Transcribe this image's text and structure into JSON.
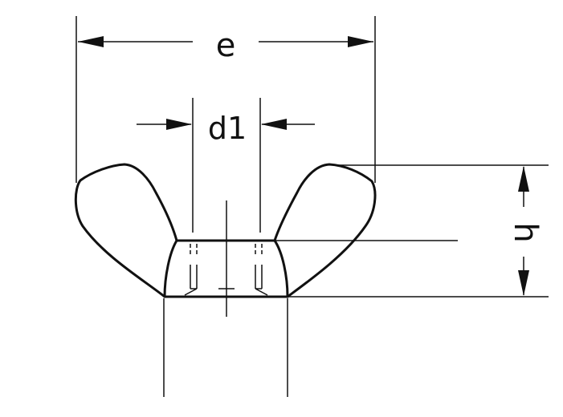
{
  "drawing": {
    "labels": {
      "e": "e",
      "d1": "d1",
      "h": "h"
    },
    "colors": {
      "line": "#111111",
      "background": "#ffffff"
    }
  }
}
